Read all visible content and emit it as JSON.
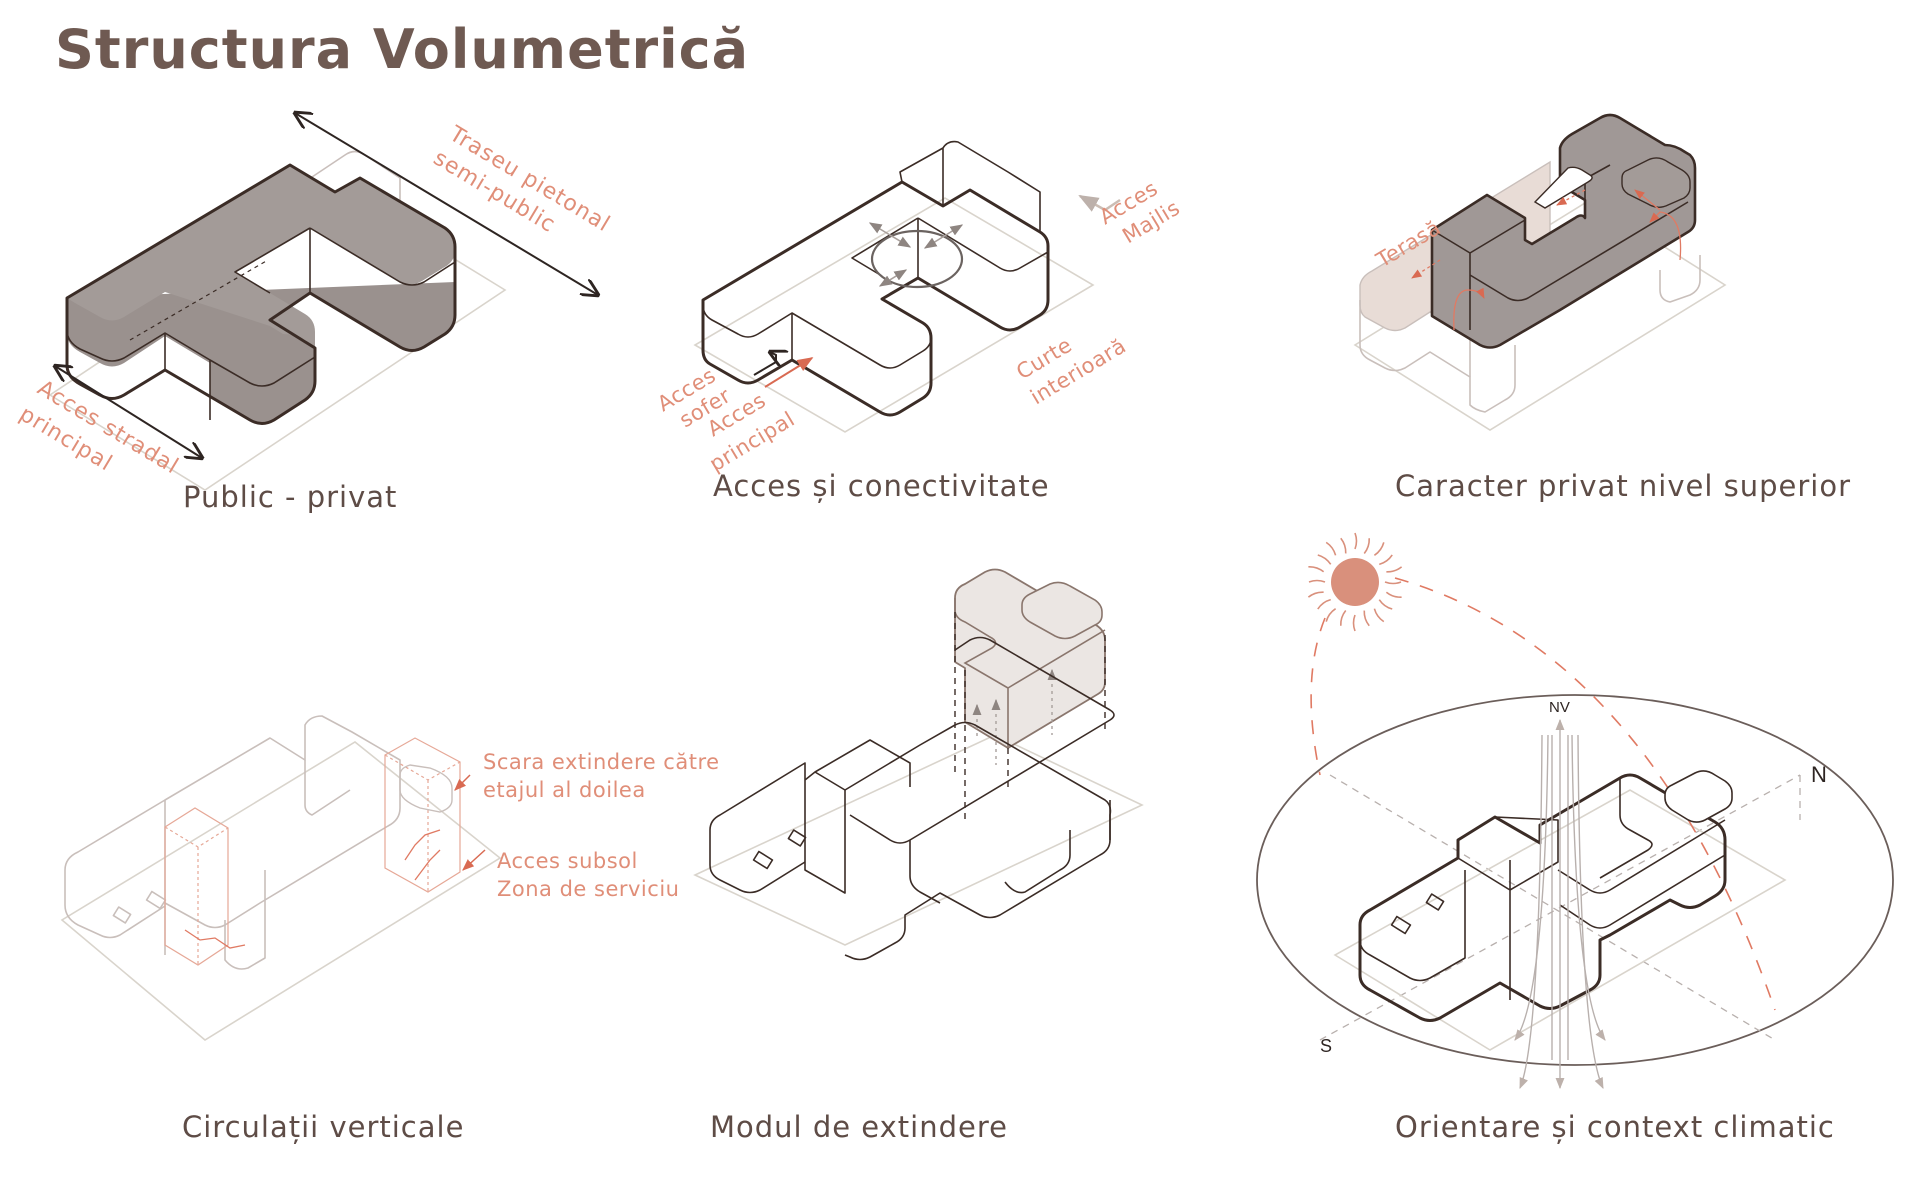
{
  "title": "Structura  Volumetrică",
  "colors": {
    "title": "#6f5a52",
    "caption": "#5e4c46",
    "annotation": "#e08e78",
    "volume_fill_dark": "#a09896",
    "outline": "#3b2c26",
    "terrace_fill": "#e8dcd6",
    "extension_fill": "#ebe6e3",
    "sun": "#d9907c",
    "site_outline": "#d9d4cc"
  },
  "panels": [
    {
      "caption": "Public - privat",
      "annotations": [
        "Traseu pietonal",
        "semi-public",
        "Acces stradal",
        "principal"
      ]
    },
    {
      "caption": "Acces și conectivitate",
      "annotations": [
        "Acces",
        "Majlis",
        "Curte",
        "interioară",
        "Acces",
        "sofer",
        "Acces",
        "principal"
      ]
    },
    {
      "caption": "Caracter privat nivel superior",
      "annotations": [
        "Terasă"
      ]
    },
    {
      "caption": "Circulații verticale",
      "annotations": [
        "Scara extindere către",
        "etajul al doilea",
        "Acces subsol",
        "Zona de serviciu"
      ]
    },
    {
      "caption": "Modul de extindere",
      "annotations": []
    },
    {
      "caption": "Orientare și context climatic",
      "annotations": [],
      "compass": {
        "nw": "NV",
        "n": "N",
        "s": "S"
      }
    }
  ]
}
